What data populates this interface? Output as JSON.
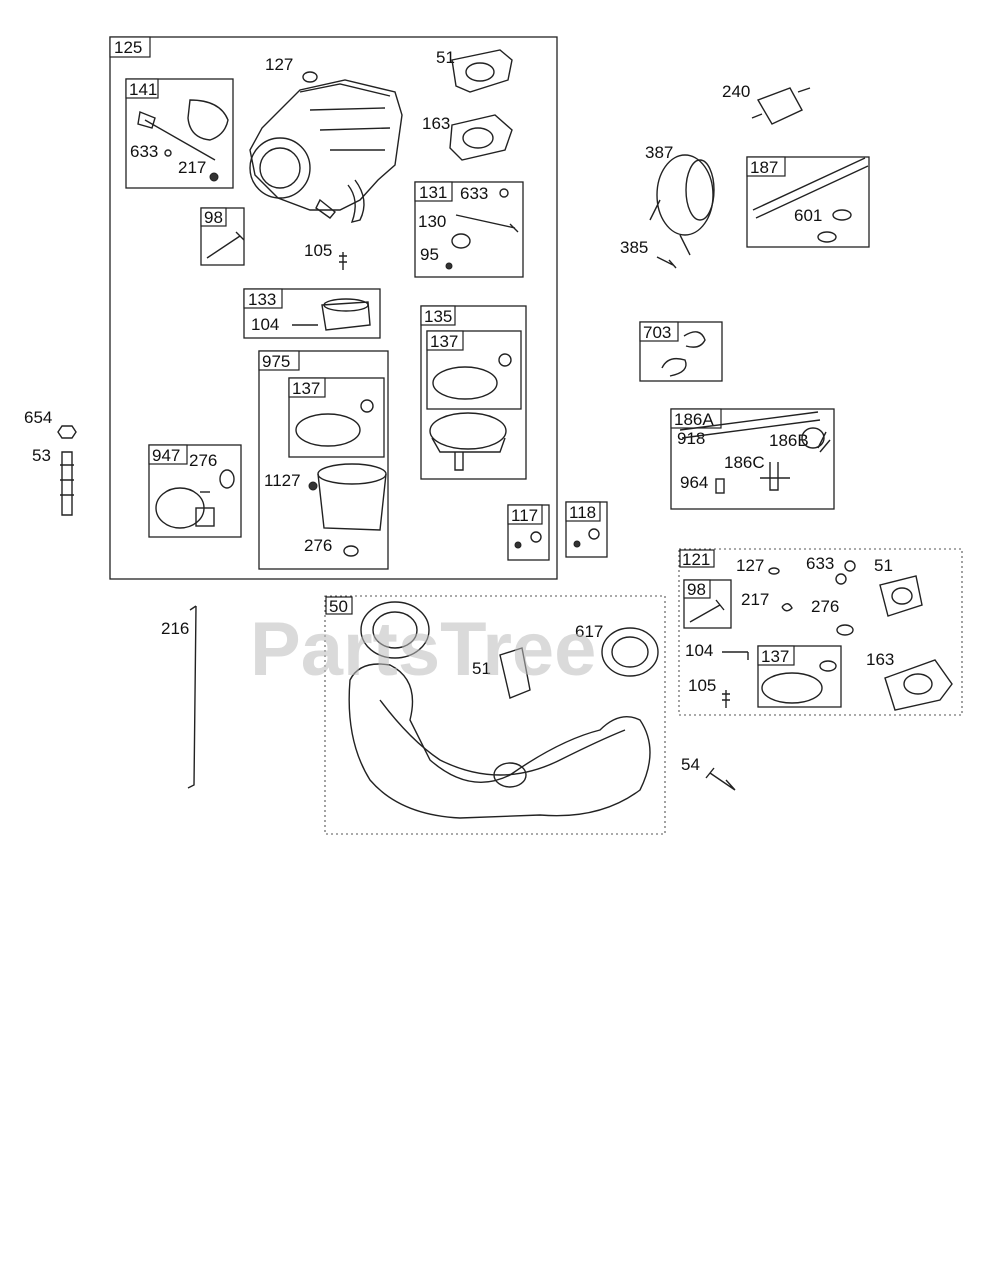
{
  "watermark": "PartsTree",
  "labels": {
    "l125": "125",
    "l127a": "127",
    "l51a": "51",
    "l163a": "163",
    "l141": "141",
    "l633a": "633",
    "l217a": "217",
    "l98a": "98",
    "l105a": "105",
    "l131": "131",
    "l633b": "633",
    "l130": "130",
    "l95": "95",
    "l133": "133",
    "l104a": "104",
    "l135": "135",
    "l137a": "137",
    "l975": "975",
    "l137b": "137",
    "l1127": "1127",
    "l276b": "276",
    "l947": "947",
    "l276a": "276",
    "l117": "117",
    "l118": "118",
    "l240": "240",
    "l387": "387",
    "l385": "385",
    "l187": "187",
    "l601": "601",
    "l703": "703",
    "l186A": "186A",
    "l918": "918",
    "l186B": "186B",
    "l186C": "186C",
    "l964": "964",
    "l654": "654",
    "l53": "53",
    "l216": "216",
    "l50": "50",
    "l617": "617",
    "l51b": "51",
    "l121": "121",
    "l127b": "127",
    "l633c": "633",
    "l51c": "51",
    "l98b": "98",
    "l217b": "217",
    "l276c": "276",
    "l104b": "104",
    "l137c": "137",
    "l163b": "163",
    "l105b": "105",
    "l54": "54"
  }
}
